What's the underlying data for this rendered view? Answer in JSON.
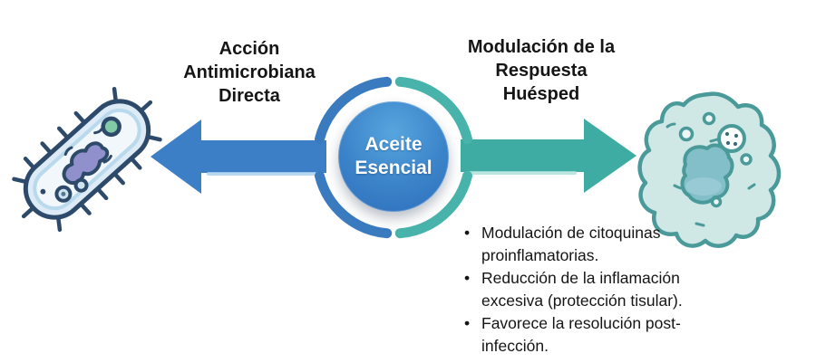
{
  "diagram": {
    "center": {
      "label_line1": "Aceite",
      "label_line2": "Esencial"
    },
    "left": {
      "title_lines": [
        "Acción",
        "Antimicrobiana",
        "Directa"
      ],
      "icon": "bacteria-icon"
    },
    "right": {
      "title_lines": [
        "Modulación de la",
        "Respuesta",
        "Huésped"
      ],
      "icon": "immune-cell-icon",
      "bullet_char": "•",
      "bullets": [
        "Modulación de citoquinas proinflamatorias.",
        "Reducción de la inflamación excesiva (protección tisular).",
        "Favorece la resolución post-infección."
      ]
    },
    "colors": {
      "background": "#ffffff",
      "arrow_left_blue": "#3d7fc6",
      "arrow_right_teal": "#3faca4",
      "ring_blue": "#3a7bc0",
      "ring_teal": "#47b3aa",
      "center_circle_top": "#57a5de",
      "center_circle_bottom": "#2d6ebc",
      "text": "#151515"
    }
  }
}
